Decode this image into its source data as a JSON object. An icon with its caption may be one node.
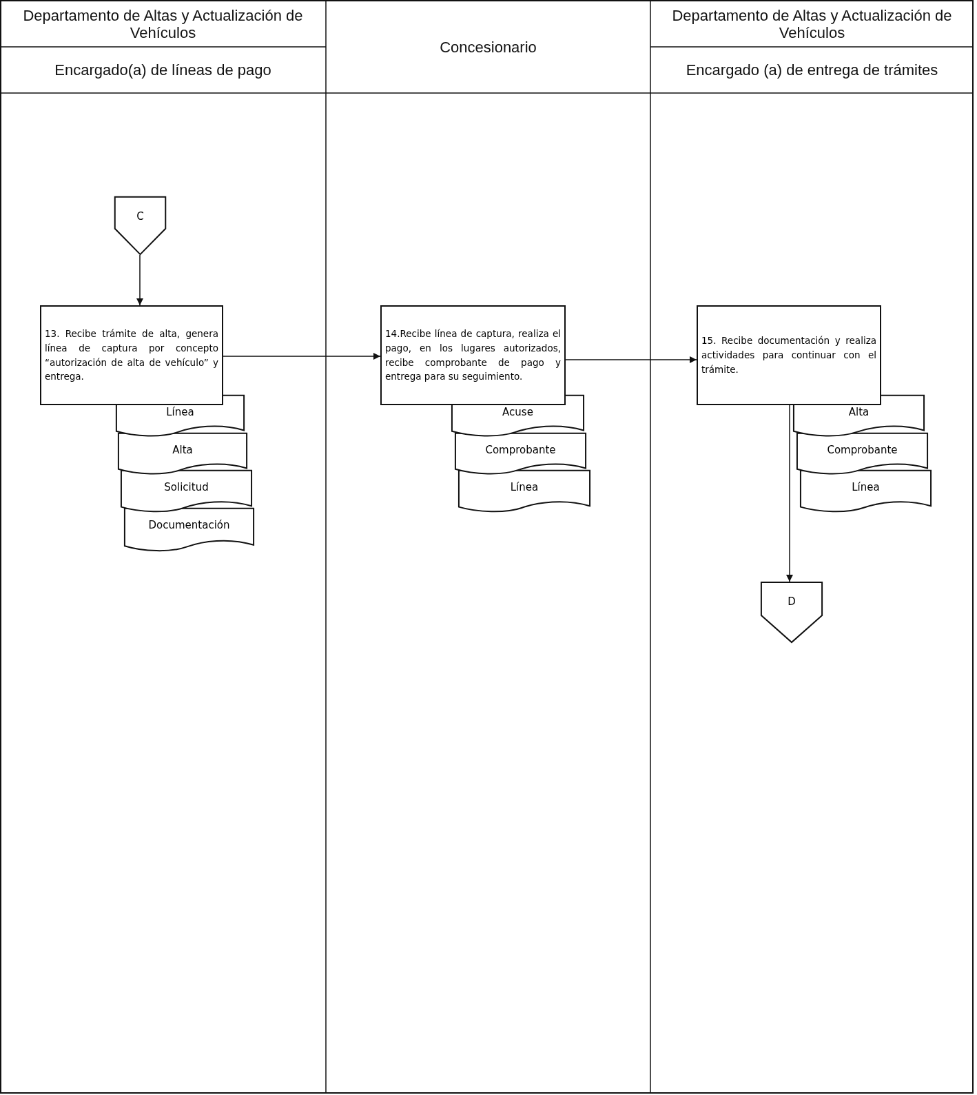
{
  "diagram": {
    "nodes": [
      {
        "text": [
          "Departamento de Altas y Actualización de Vehículos"
        ]
      },
      {
        "text": [
          "Encargado(a) de líneas de pago"
        ]
      },
      {
        "text": [
          "Concesionario"
        ]
      },
      {
        "text": [
          "Departamento de Altas y Actualización de Vehículos"
        ]
      },
      {
        "text": [
          "Encargado (a) de entrega de trámites"
        ]
      },
      {
        "text": [
          "C"
        ]
      },
      {
        "text": [
          "13. Recibe trámite de alta, genera línea de captura por concepto “autorización de alta de vehículo” y entrega."
        ]
      },
      {
        "text": [
          "Línea"
        ]
      },
      {
        "text": [
          "Alta"
        ]
      },
      {
        "text": [
          "Solicitud"
        ]
      },
      {
        "text": [
          "Documentación"
        ]
      },
      {
        "text": [
          "14.Recibe línea de captura, realiza el pago, en los lugares autorizados, recibe comprobante de pago y entrega para su seguimiento."
        ]
      },
      {
        "text": [
          "Acuse"
        ]
      },
      {
        "text": [
          "Comprobante"
        ]
      },
      {
        "text": [
          "Línea"
        ]
      },
      {
        "text": [
          "15. Recibe documentación y realiza actividades para continuar con el trámite."
        ]
      },
      {
        "text": [
          "Alta"
        ]
      },
      {
        "text": [
          "Comprobante"
        ]
      },
      {
        "text": [
          "Línea"
        ]
      },
      {
        "text": [
          "D"
        ]
      }
    ],
    "edges": [
      {
        "from": 5,
        "to": 6,
        "arrow": "to"
      },
      {
        "from": 6,
        "to": 11,
        "arrow": "to"
      },
      {
        "from": 11,
        "to": 15,
        "arrow": "to"
      },
      {
        "from": 15,
        "to": 19,
        "arrow": "to"
      }
    ]
  }
}
